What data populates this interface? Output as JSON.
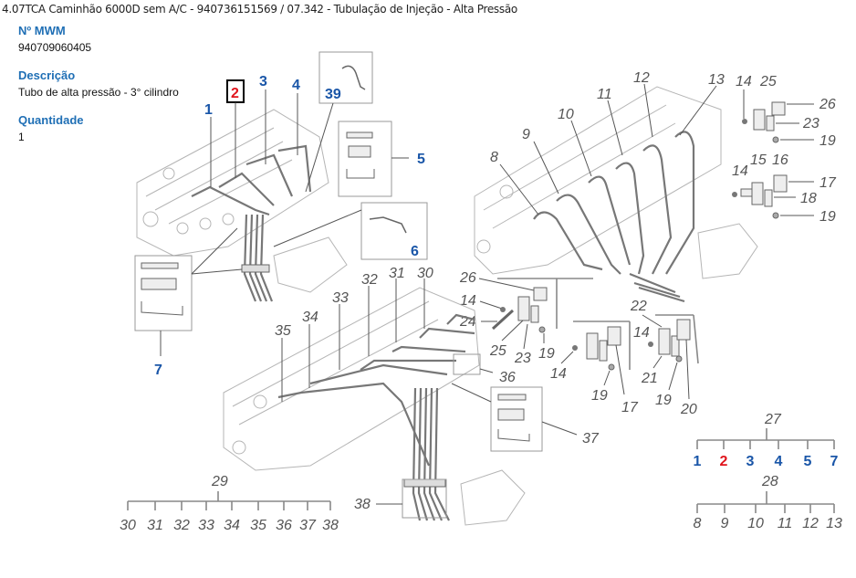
{
  "header": {
    "title": "4.07TCA Caminhão 6000D sem A/C - 940736151569  /  07.342 - Tubulação de Injeção - Alta Pressão"
  },
  "details": {
    "part_number_label": "Nº MWM",
    "part_number_value": "940709060405",
    "description_label": "Descrição",
    "description_value": "Tubo de alta pressão - 3° cilindro",
    "quantity_label": "Quantidade",
    "quantity_value": "1"
  },
  "diagram": {
    "selected_part": "2",
    "colors": {
      "highlight": "#e0141c",
      "link": "#1a56a8",
      "label": "#555555"
    },
    "top_left_callouts": [
      "1",
      "2",
      "3",
      "4",
      "5",
      "6",
      "7",
      "39"
    ],
    "right_callouts": {
      "pipes": [
        "8",
        "9",
        "10",
        "11",
        "12",
        "13"
      ],
      "top_clamp": [
        "14",
        "25",
        "26",
        "23",
        "19"
      ],
      "mid_clamp": [
        "14",
        "15",
        "16",
        "17",
        "18",
        "19"
      ],
      "lower_left_clamp": [
        "26",
        "14",
        "24",
        "25",
        "23",
        "19"
      ],
      "lower_mid_clamp": [
        "14",
        "19",
        "17"
      ],
      "lower_right_clamp": [
        "22",
        "14",
        "21",
        "19",
        "20"
      ]
    },
    "bottom_callouts": {
      "pipes": [
        "35",
        "34",
        "33",
        "32",
        "31",
        "30"
      ],
      "clamps": [
        "36",
        "37",
        "38"
      ]
    },
    "tree_27": {
      "root": "27",
      "children": [
        "1",
        "2",
        "3",
        "4",
        "5",
        "7"
      ]
    },
    "tree_28": {
      "root": "28",
      "children": [
        "8",
        "9",
        "10",
        "11",
        "12",
        "13"
      ]
    },
    "tree_29": {
      "root": "29",
      "children": [
        "30",
        "31",
        "32",
        "33",
        "34",
        "35",
        "36",
        "37",
        "38"
      ]
    }
  }
}
